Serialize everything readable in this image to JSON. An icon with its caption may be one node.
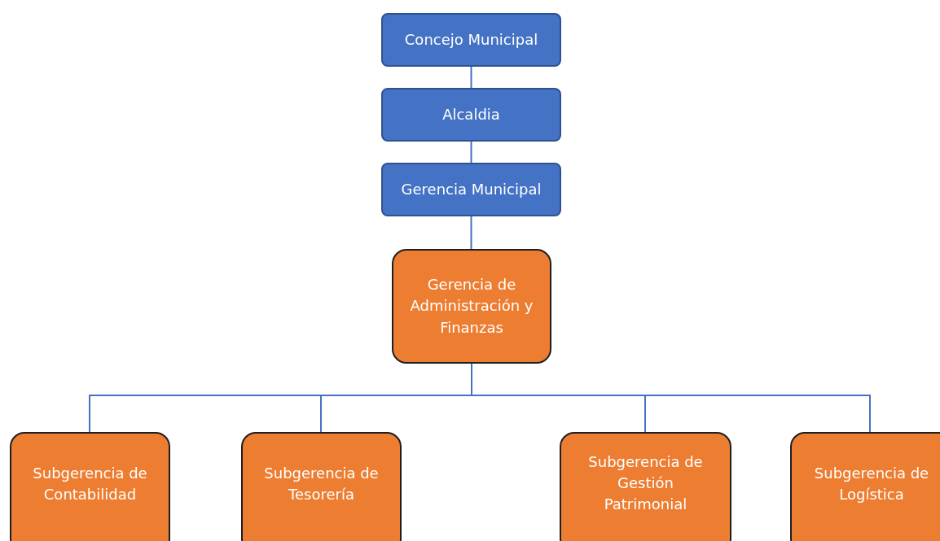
{
  "diagram": {
    "nodes": [
      {
        "text": [
          "Concejo Municipal"
        ]
      },
      {
        "text": [
          "Alcaldia"
        ]
      },
      {
        "text": [
          "Gerencia Municipal"
        ]
      },
      {
        "text": [
          "Gerencia de Administración y Finanzas"
        ]
      },
      {
        "text": [
          "Subgerencia de Contabilidad"
        ]
      },
      {
        "text": [
          "Subgerencia de Tesorería"
        ]
      },
      {
        "text": [
          "Subgerencia de Gestión Patrimonial"
        ]
      },
      {
        "text": [
          "Subgerencia de Logística"
        ]
      }
    ],
    "edges": [
      {
        "from": 0,
        "to": 1,
        "arrow": "none"
      },
      {
        "from": 1,
        "to": 2,
        "arrow": "none"
      },
      {
        "from": 2,
        "to": 3,
        "arrow": "none"
      },
      {
        "from": 3,
        "to": 4,
        "arrow": "none"
      },
      {
        "from": 3,
        "to": 5,
        "arrow": "none"
      },
      {
        "from": 3,
        "to": 6,
        "arrow": "none"
      },
      {
        "from": 3,
        "to": 7,
        "arrow": "none"
      }
    ]
  }
}
